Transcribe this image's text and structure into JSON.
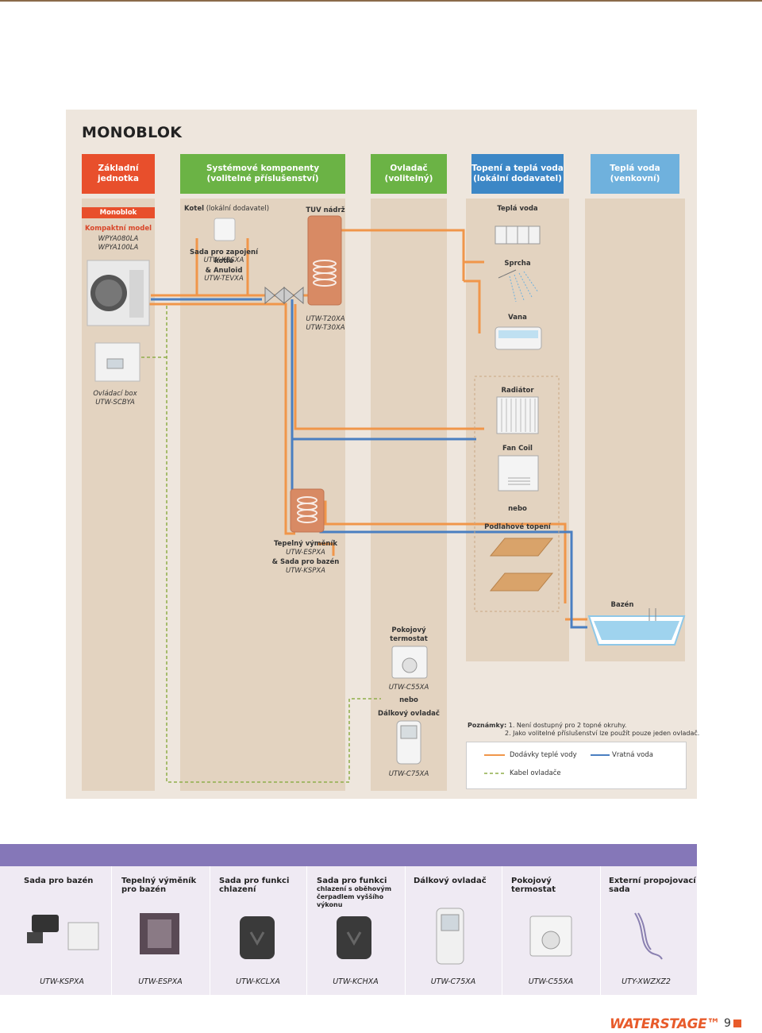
{
  "title": "MONOBLOK",
  "headers": [
    {
      "label": "Základní\njednotka",
      "color": "#e84f2c"
    },
    {
      "label": "Systémové komponenty\n(volitelné příslušenství)",
      "color": "#6bb345"
    },
    {
      "label": "Ovladač\n(volitelný)",
      "color": "#6bb345"
    },
    {
      "label": "Topení a teplá voda\n(lokální dodavatel)",
      "color": "#3c87c6"
    },
    {
      "label": "Teplá voda\n(venkovní)",
      "color": "#6fb1dd"
    }
  ],
  "unit": {
    "badge": "Monoblok",
    "compact": "Kompaktní model",
    "model1": "WPYA080LA",
    "model2": "WPYA100LA",
    "box_name": "Ovládací box",
    "box_code": "UTW-SCBYA"
  },
  "boiler": {
    "name": "Kotel",
    "supplier": "(lokální dodavatel)",
    "kit": "Sada pro zapojení kotle",
    "kit_code": "UTW-KBSXA",
    "anuloid": "& Anuloid",
    "anuloid_code": "UTW-TEVXA"
  },
  "tank": {
    "name": "TUV nádrž",
    "code1": "UTW-T20XA",
    "code2": "UTW-T30XA"
  },
  "exchanger": {
    "name": "Tepelný výměník",
    "code": "UTW-ESPXA",
    "pool_kit": "& Sada pro bazén",
    "pool_code": "UTW-KSPXA"
  },
  "controller": {
    "thermostat": "Pokojový\ntermostat",
    "thermo_code": "UTW-C55XA",
    "or": "nebo",
    "remote": "Dálkový ovladač",
    "remote_code": "UTW-C75XA"
  },
  "emitters": {
    "hot_water": "Teplá voda",
    "shower": "Sprcha",
    "bath": "Vana",
    "radiator": "Radiátor",
    "fan_coil": "Fan Coil",
    "or": "nebo",
    "floor": "Podlahové topení",
    "pool": "Bazén"
  },
  "notes": {
    "label": "Poznámky:",
    "n1": "1. Není dostupný pro 2 topné okruhy.",
    "n2": "2. Jako volitelné příslušenství lze použít pouze jeden ovladač."
  },
  "legend": {
    "supply": "Dodávky teplé vody",
    "return": "Vratná voda",
    "cable": "Kabel ovladače",
    "supply_color": "#f0964a",
    "return_color": "#4a7fc1",
    "cable_color": "#8fae4a"
  },
  "accessories": [
    {
      "title": "Sada pro bazén",
      "sub": "",
      "code": "UTW-KSPXA",
      "icon": "pool-kit-icon"
    },
    {
      "title": "Tepelný výměník\npro bazén",
      "sub": "",
      "code": "UTW-ESPXA",
      "icon": "heat-exchanger-icon"
    },
    {
      "title": "Sada pro funkci\nchlazení",
      "sub": "",
      "code": "UTW-KCLXA",
      "icon": "cooling-kit-icon"
    },
    {
      "title": "Sada pro funkci",
      "sub": "chlazení s oběhovým\nčerpadlem vyššího\nvýkonu",
      "code": "UTW-KCHXA",
      "icon": "cooling-pump-kit-icon"
    },
    {
      "title": "Dálkový ovladač",
      "sub": "",
      "code": "UTW-C75XA",
      "icon": "remote-controller-icon"
    },
    {
      "title": "Pokojový termostat",
      "sub": "",
      "code": "UTW-C55XA",
      "icon": "room-thermostat-icon"
    },
    {
      "title": "Externí propojovací\nsada",
      "sub": "",
      "code": "UTY-XWZXZ2",
      "icon": "cable-icon"
    }
  ],
  "footer": {
    "brand": "WATERSTAGE™",
    "page": "9"
  }
}
